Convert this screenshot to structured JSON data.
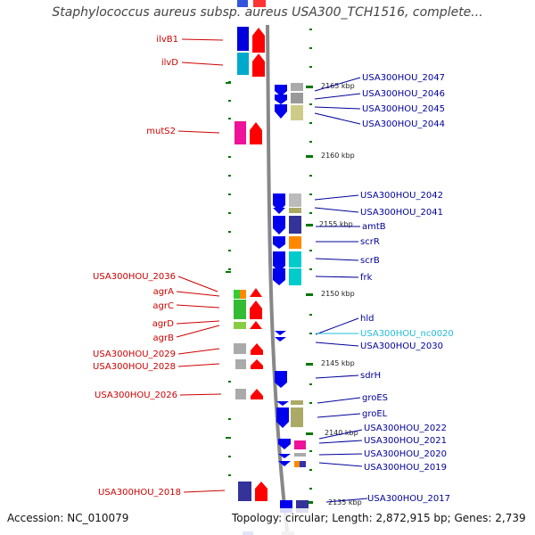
{
  "header": {
    "title": "Staphylococcus aureus subsp. aureus USA300_TCH1516, complete..."
  },
  "footer": {
    "accession": "Accession: NC_010079",
    "topology": "Topology: circular; Length: 2,872,915 bp; Genes: 2,739"
  },
  "position_ticks": [
    "2165 kbp",
    "2160 kbp",
    "2155 kbp",
    "2150 kbp",
    "2145 kbp",
    "2140 kbp",
    "2135 kbp"
  ],
  "left_genes": [
    "ilvB1",
    "ilvD",
    "mutS2",
    "USA300HOU_2036",
    "agrA",
    "agrC",
    "agrD",
    "agrB",
    "USA300HOU_2029",
    "USA300HOU_2028",
    "USA300HOU_2026",
    "USA300HOU_2018"
  ],
  "right_genes": [
    "USA300HOU_2047",
    "USA300HOU_2046",
    "USA300HOU_2045",
    "USA300HOU_2044",
    "USA300HOU_2042",
    "USA300HOU_2041",
    "amtB",
    "scrR",
    "scrB",
    "frk",
    "hld",
    "USA300HOU_nc0020",
    "USA300HOU_2030",
    "sdrH",
    "groES",
    "groEL",
    "USA300HOU_2022",
    "USA300HOU_2021",
    "USA300HOU_2020",
    "USA300HOU_2019",
    "USA300HOU_2017"
  ],
  "colors": {
    "forward_strand": "#ff0000",
    "reverse_strand": "#0000ff",
    "left_label": "#cc0000",
    "right_label": "#00009a",
    "ncrna_label": "#22bbdd",
    "tick": "#007700",
    "backbone": "#888888"
  }
}
